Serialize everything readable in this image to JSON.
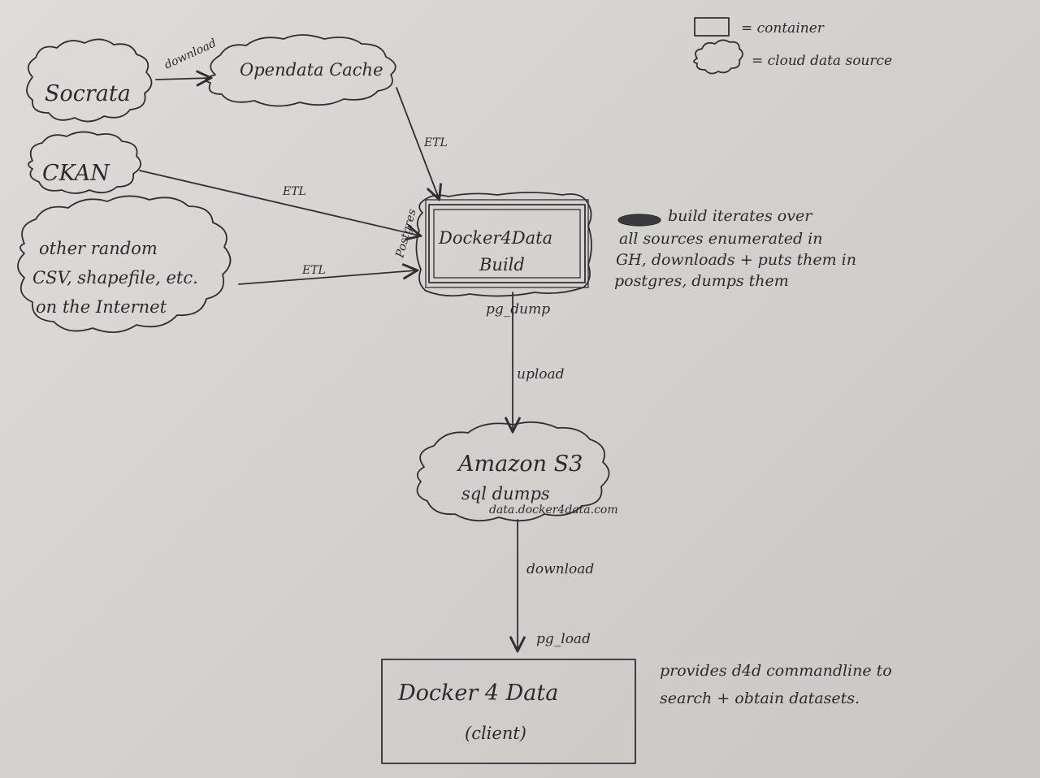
{
  "legend": {
    "container_label": "= container",
    "cloud_label": "= cloud data source"
  },
  "nodes": {
    "socrata": "Socrata",
    "opendata_cache": "Opendata Cache",
    "ckan": "CKAN",
    "other_random": [
      "other random",
      "CSV, shapefile, etc.",
      "on the Internet"
    ],
    "docker4data_build": [
      "Docker4Data",
      "Build"
    ],
    "postgres_tag": "Postgres",
    "amazon_s3": [
      "Amazon S3",
      "sql dumps"
    ],
    "s3_domain": "data.docker4data.com",
    "docker4data_client": [
      "Docker 4 Data",
      "(client)"
    ]
  },
  "edges": {
    "socrata_to_cache": "download",
    "cache_to_build": "ETL",
    "ckan_to_build": "ETL",
    "other_to_build": "ETL",
    "pg_dump": "pg_dump",
    "upload": "upload",
    "download": "download",
    "pg_load": "pg_load"
  },
  "notes": {
    "build_note": [
      "build iterates over",
      "all sources enumerated in",
      "GH, downloads + puts them in",
      "postgres, dumps them"
    ],
    "client_note": [
      "provides d4d commandline to",
      "search + obtain datasets."
    ]
  }
}
